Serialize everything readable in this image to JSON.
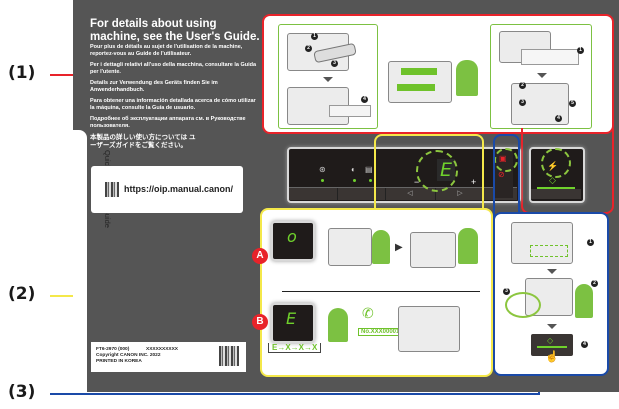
{
  "callouts": [
    {
      "label": "(1)",
      "color": "#e8232a"
    },
    {
      "label": "(2)",
      "color": "#f4e84a"
    },
    {
      "label": "(3)",
      "color": "#1a4aa8"
    }
  ],
  "cover": {
    "headline": "For details about using machine, see the User's Guide.",
    "paragraphs": [
      "Pour plus de détails au sujet de l'utilisation de la machine, reportez-vous au Guide de l'utilisateur.",
      "Per i dettagli relativi all'uso della macchina, consultare la Guida per l'utente.",
      "Details zur Verwendung des Geräts finden Sie im Anwenderhandbuch.",
      "Para obtener una información detallada acerca de cómo utilizar la máquina, consulte la Guía de usuario.",
      "Подробнее об эксплуатации аппарата см. в Руководстве пользователя.",
      "本製品の詳しい使い方については ユーザーズガイドをご覧ください。"
    ],
    "spine_label": "Quick Reference Guide",
    "url": "https://oip.manual.canon/",
    "copyright": {
      "line1_code": "FT6-2970 (000)",
      "line1_serial": "XXXXXXXXXX",
      "line2": "Copyright CANON INC. 2022",
      "line3": "PRINTED IN KOREA"
    }
  },
  "panel": {
    "display_char": "E",
    "minus": "−",
    "plus": "+",
    "left_arrow": "◁",
    "right_arrow": "▷",
    "icons": [
      "density-icon",
      "contrast-icon",
      "copy-id-icon"
    ]
  },
  "section2": {
    "badge_a": "A",
    "badge_b": "B",
    "display_a": "o",
    "display_b": "E",
    "error_sequence": "E→X→X→X",
    "service_number": "No.XXX00001"
  },
  "section1": {
    "steps_left": [
      "1",
      "2",
      "3",
      "4"
    ],
    "steps_right": [
      "1",
      "2",
      "3",
      "4",
      "5"
    ]
  },
  "section3": {
    "steps": [
      "1",
      "2",
      "3",
      "4"
    ]
  }
}
